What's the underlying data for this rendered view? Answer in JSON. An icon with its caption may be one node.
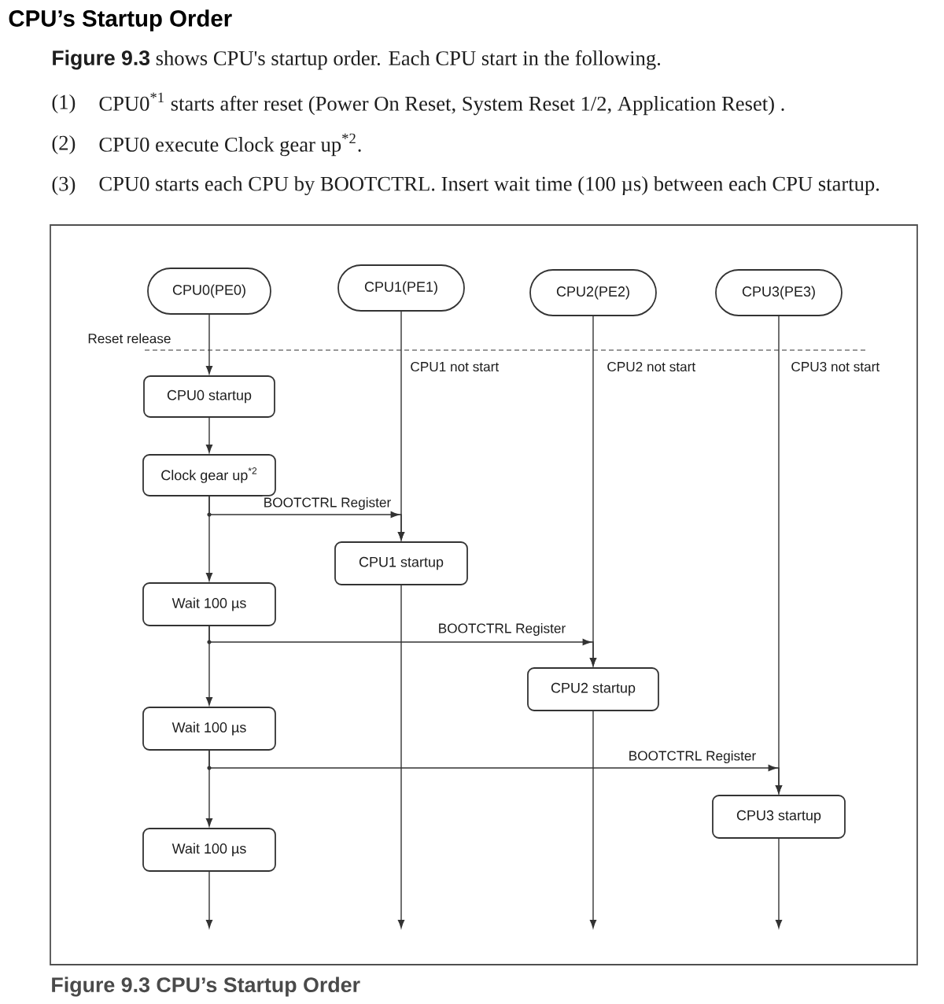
{
  "diagram": {
    "title": "CPU’s Startup Order",
    "caption": "Figure 9.3 CPU’s Startup Order",
    "nodes": [
      {
        "text": [
          "CPU0(PE0)"
        ]
      },
      {
        "text": [
          "CPU1(PE1)"
        ]
      },
      {
        "text": [
          "CPU2(PE2)"
        ]
      },
      {
        "text": [
          "CPU3(PE3)"
        ]
      },
      {
        "text": [
          "CPU0 startup"
        ]
      },
      {
        "text": [
          "Clock gear up$^{*2}$"
        ]
      },
      {
        "text": [
          "CPU1 startup"
        ]
      },
      {
        "text": [
          "Wait 100 µs"
        ]
      },
      {
        "text": [
          "CPU2 startup"
        ]
      },
      {
        "text": [
          "Wait 100 µs"
        ]
      },
      {
        "text": [
          "CPU3 startup"
        ]
      },
      {
        "text": [
          "Wait 100 µs"
        ]
      }
    ],
    "edges": [
      {
        "from": 0,
        "to": 4,
        "arrow": "to"
      },
      {
        "from": 4,
        "to": 5,
        "arrow": "to"
      },
      {
        "from": 5,
        "to": 7,
        "arrow": "to"
      },
      {
        "from": 5,
        "to": 6,
        "arrow": "to",
        "label": "BOOTCTRL Register"
      },
      {
        "from": 1,
        "to": 6,
        "arrow": "to"
      },
      {
        "from": 7,
        "to": 9,
        "arrow": "to"
      },
      {
        "from": 7,
        "to": 8,
        "arrow": "to",
        "label": "BOOTCTRL Register"
      },
      {
        "from": 2,
        "to": 8,
        "arrow": "to"
      },
      {
        "from": 9,
        "to": 11,
        "arrow": "to"
      },
      {
        "from": 9,
        "to": 10,
        "arrow": "to",
        "label": "BOOTCTRL Register"
      },
      {
        "from": 3,
        "to": 10,
        "arrow": "to"
      },
      {
        "from": 11,
        "to": null,
        "arrow": "to"
      },
      {
        "from": 6,
        "to": null,
        "arrow": "to"
      },
      {
        "from": 8,
        "to": null,
        "arrow": "to"
      },
      {
        "from": 10,
        "to": null,
        "arrow": "to"
      }
    ],
    "labels": [
      "**Figure 9.3** shows CPU's startup order. Each CPU start in the following.",
      "(1)",
      "CPU0$^{*1}$ starts after reset (Power On Reset, System Reset 1/2, Application Reset) .",
      "(2)",
      "CPU0 execute Clock gear up$^{*2}$.",
      "(3)",
      "CPU0 starts each CPU by BOOTCTRL. Insert wait time (100 µs) between each CPU startup.",
      "Reset release",
      "CPU1 not start",
      "CPU2 not start",
      "CPU3 not start"
    ]
  }
}
